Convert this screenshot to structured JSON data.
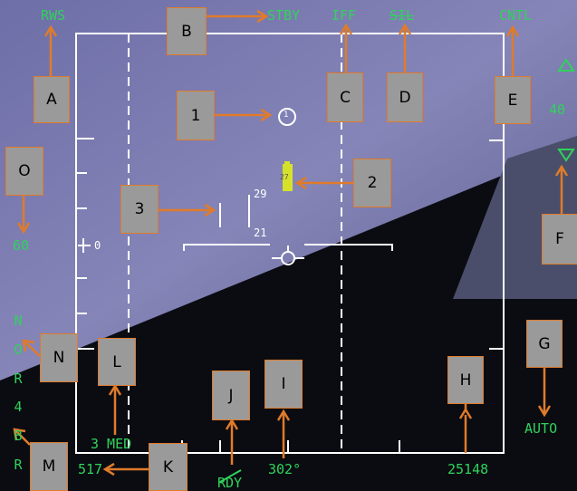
{
  "display": {
    "mode": "RWS",
    "stby": "STBY",
    "iff": "IFF",
    "sil": "SIL",
    "cntl": "CNTL",
    "range_scale": "40",
    "elevation": "60",
    "bar_scan": "4",
    "bar_letters": "BR",
    "bar_scan_full": "4 B R",
    "nor": "N O R",
    "auto": "AUTO",
    "azimuth_width": "3 MED",
    "alt_left": "517",
    "heading": "302°",
    "rdy": "RDY",
    "alt_right": "25148",
    "cursor_upper": "29",
    "cursor_lower": "21",
    "elevation_marker": "0",
    "track_number": "1",
    "target_label": "27"
  },
  "callouts": {
    "A": "A",
    "B": "B",
    "C": "C",
    "D": "D",
    "E": "E",
    "F": "F",
    "G": "G",
    "H": "H",
    "I": "I",
    "J": "J",
    "K": "K",
    "L": "L",
    "M": "M",
    "N": "N",
    "O": "O",
    "one": "1",
    "two": "2",
    "three": "3"
  },
  "colors": {
    "symbology": "#2fd35a",
    "callout_border": "#e07b2a",
    "callout_fill": "#9a9a9a"
  }
}
